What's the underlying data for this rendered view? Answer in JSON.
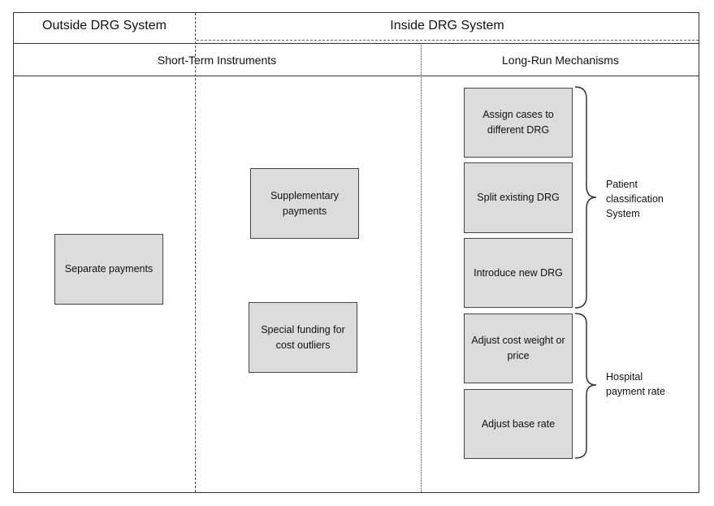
{
  "headers": {
    "outside": "Outside DRG System",
    "inside": "Inside DRG System",
    "short_term": "Short-Term Instruments",
    "long_run": "Long-Run Mechanisms"
  },
  "boxes": {
    "separate_payments": "Separate payments",
    "supplementary_payments": "Supplementary payments",
    "special_funding": "Special funding for cost outliers",
    "assign_cases": "Assign cases to different DRG",
    "split_existing": "Split existing DRG",
    "introduce_new": "Introduce new DRG",
    "adjust_cost_weight": "Adjust cost weight or price",
    "adjust_base_rate": "Adjust base rate"
  },
  "groups": {
    "patient_classification": "Patient classification System",
    "hospital_payment_rate": "Hospital payment rate"
  }
}
